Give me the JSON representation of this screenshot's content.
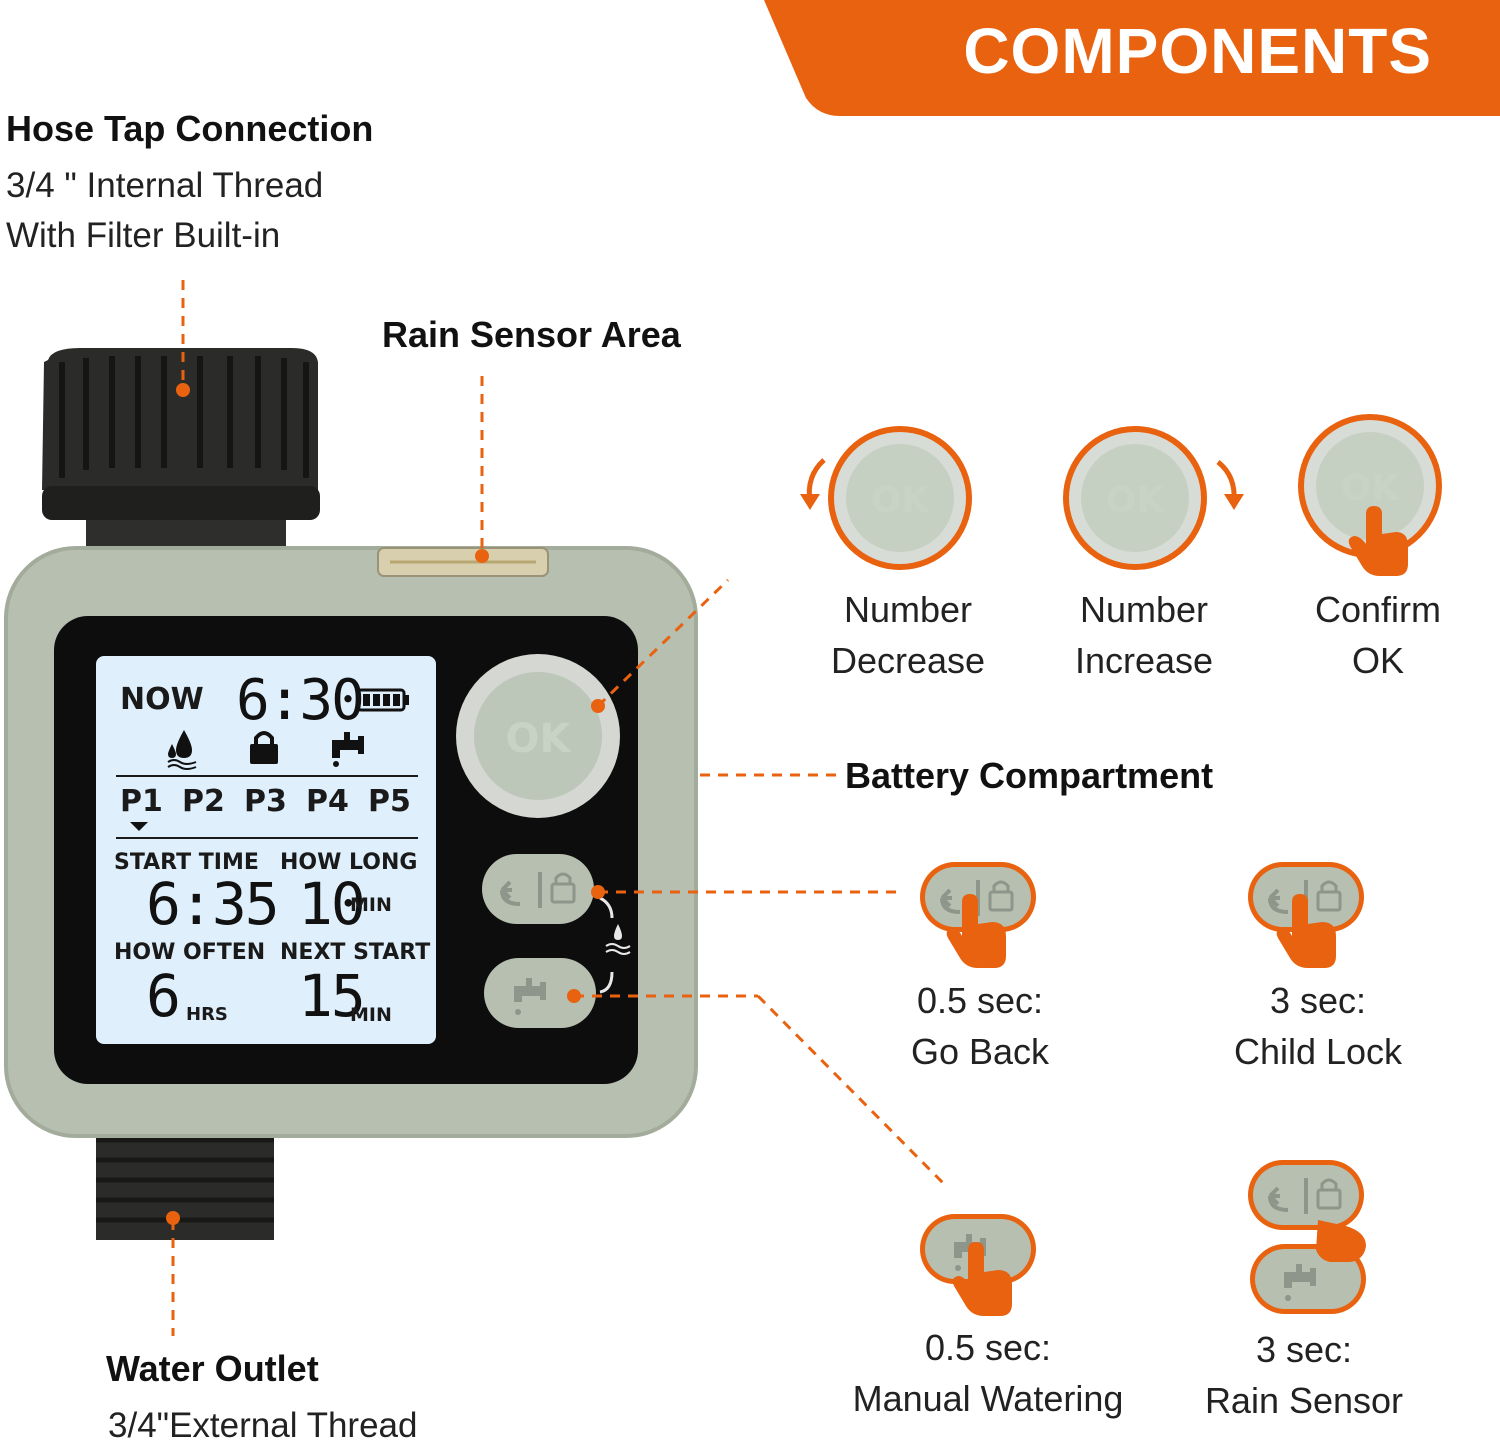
{
  "banner": {
    "title": "COMPONENTS",
    "color": "#e8620f"
  },
  "hose_tap": {
    "title": "Hose Tap Connection",
    "line1": "3/4 \" Internal Thread",
    "line2": "With Filter Built-in"
  },
  "rain_sensor_area": {
    "title": "Rain Sensor Area"
  },
  "battery": {
    "title": "Battery Compartment"
  },
  "water_outlet": {
    "title": "Water Outlet",
    "line1": "3/4\"External Thread"
  },
  "device": {
    "body_color": "#b7bfb0",
    "ok_label": "OK",
    "lcd": {
      "now_label": "NOW",
      "now_time": "6:30",
      "programs": [
        "P1",
        "P2",
        "P3",
        "P4",
        "P5"
      ],
      "start_time_label": "START TIME",
      "start_time": "6:35",
      "how_long_label": "HOW LONG",
      "how_long_value": "10",
      "how_long_unit": "MIN",
      "how_often_label": "HOW OFTEN",
      "how_often_value": "6",
      "how_often_unit": "HRS",
      "next_start_label": "NEXT START",
      "next_start_value": "15",
      "next_start_unit": "MIN"
    }
  },
  "ok_functions": [
    {
      "ok": "OK",
      "line1": "Number",
      "line2": "Decrease"
    },
    {
      "ok": "OK",
      "line1": "Number",
      "line2": "Increase"
    },
    {
      "ok": "OK",
      "line1": "Confirm",
      "line2": "OK"
    }
  ],
  "button_functions": [
    {
      "line1": "0.5 sec:",
      "line2": "Go Back"
    },
    {
      "line1": "3 sec:",
      "line2": "Child Lock"
    },
    {
      "line1": "0.5 sec:",
      "line2": "Manual Watering"
    },
    {
      "line1": "3 sec:",
      "line2": "Rain Sensor"
    }
  ],
  "accent_color": "#e8620f"
}
